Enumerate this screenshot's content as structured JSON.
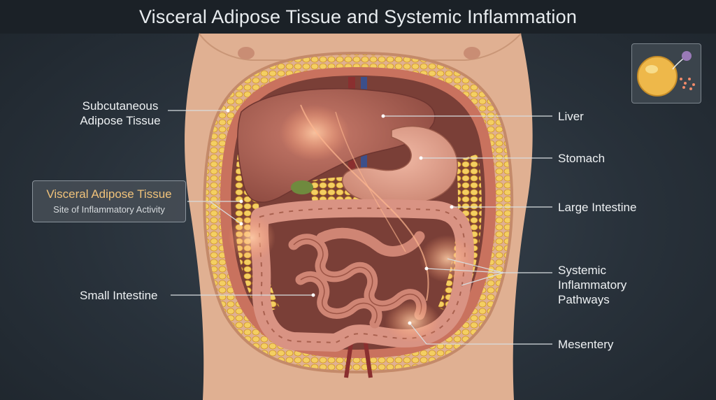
{
  "title": "Visceral Adipose Tissue and Systemic Inflammation",
  "labels": {
    "subcutaneous": "Subcutaneous\nAdipose Tissue",
    "visceral_title": "Visceral Adipose Tissue",
    "visceral_sub": "Site of Inflammatory Activity",
    "small_intestine": "Small Intestine",
    "liver": "Liver",
    "stomach": "Stomach",
    "large_intestine": "Large Intestine",
    "systemic": "Systemic\nInflammatory\nPathways",
    "mesentery": "Mesentery"
  },
  "colors": {
    "fat": "#e9b43c",
    "skin": "#e3b393",
    "organ": "#b86a5c",
    "intestine": "#d48d7e",
    "inflammation": "#ffb08a",
    "accent": "#f0c27a"
  },
  "icons": {
    "inset": "adipocyte-releasing-cytokines-icon"
  }
}
